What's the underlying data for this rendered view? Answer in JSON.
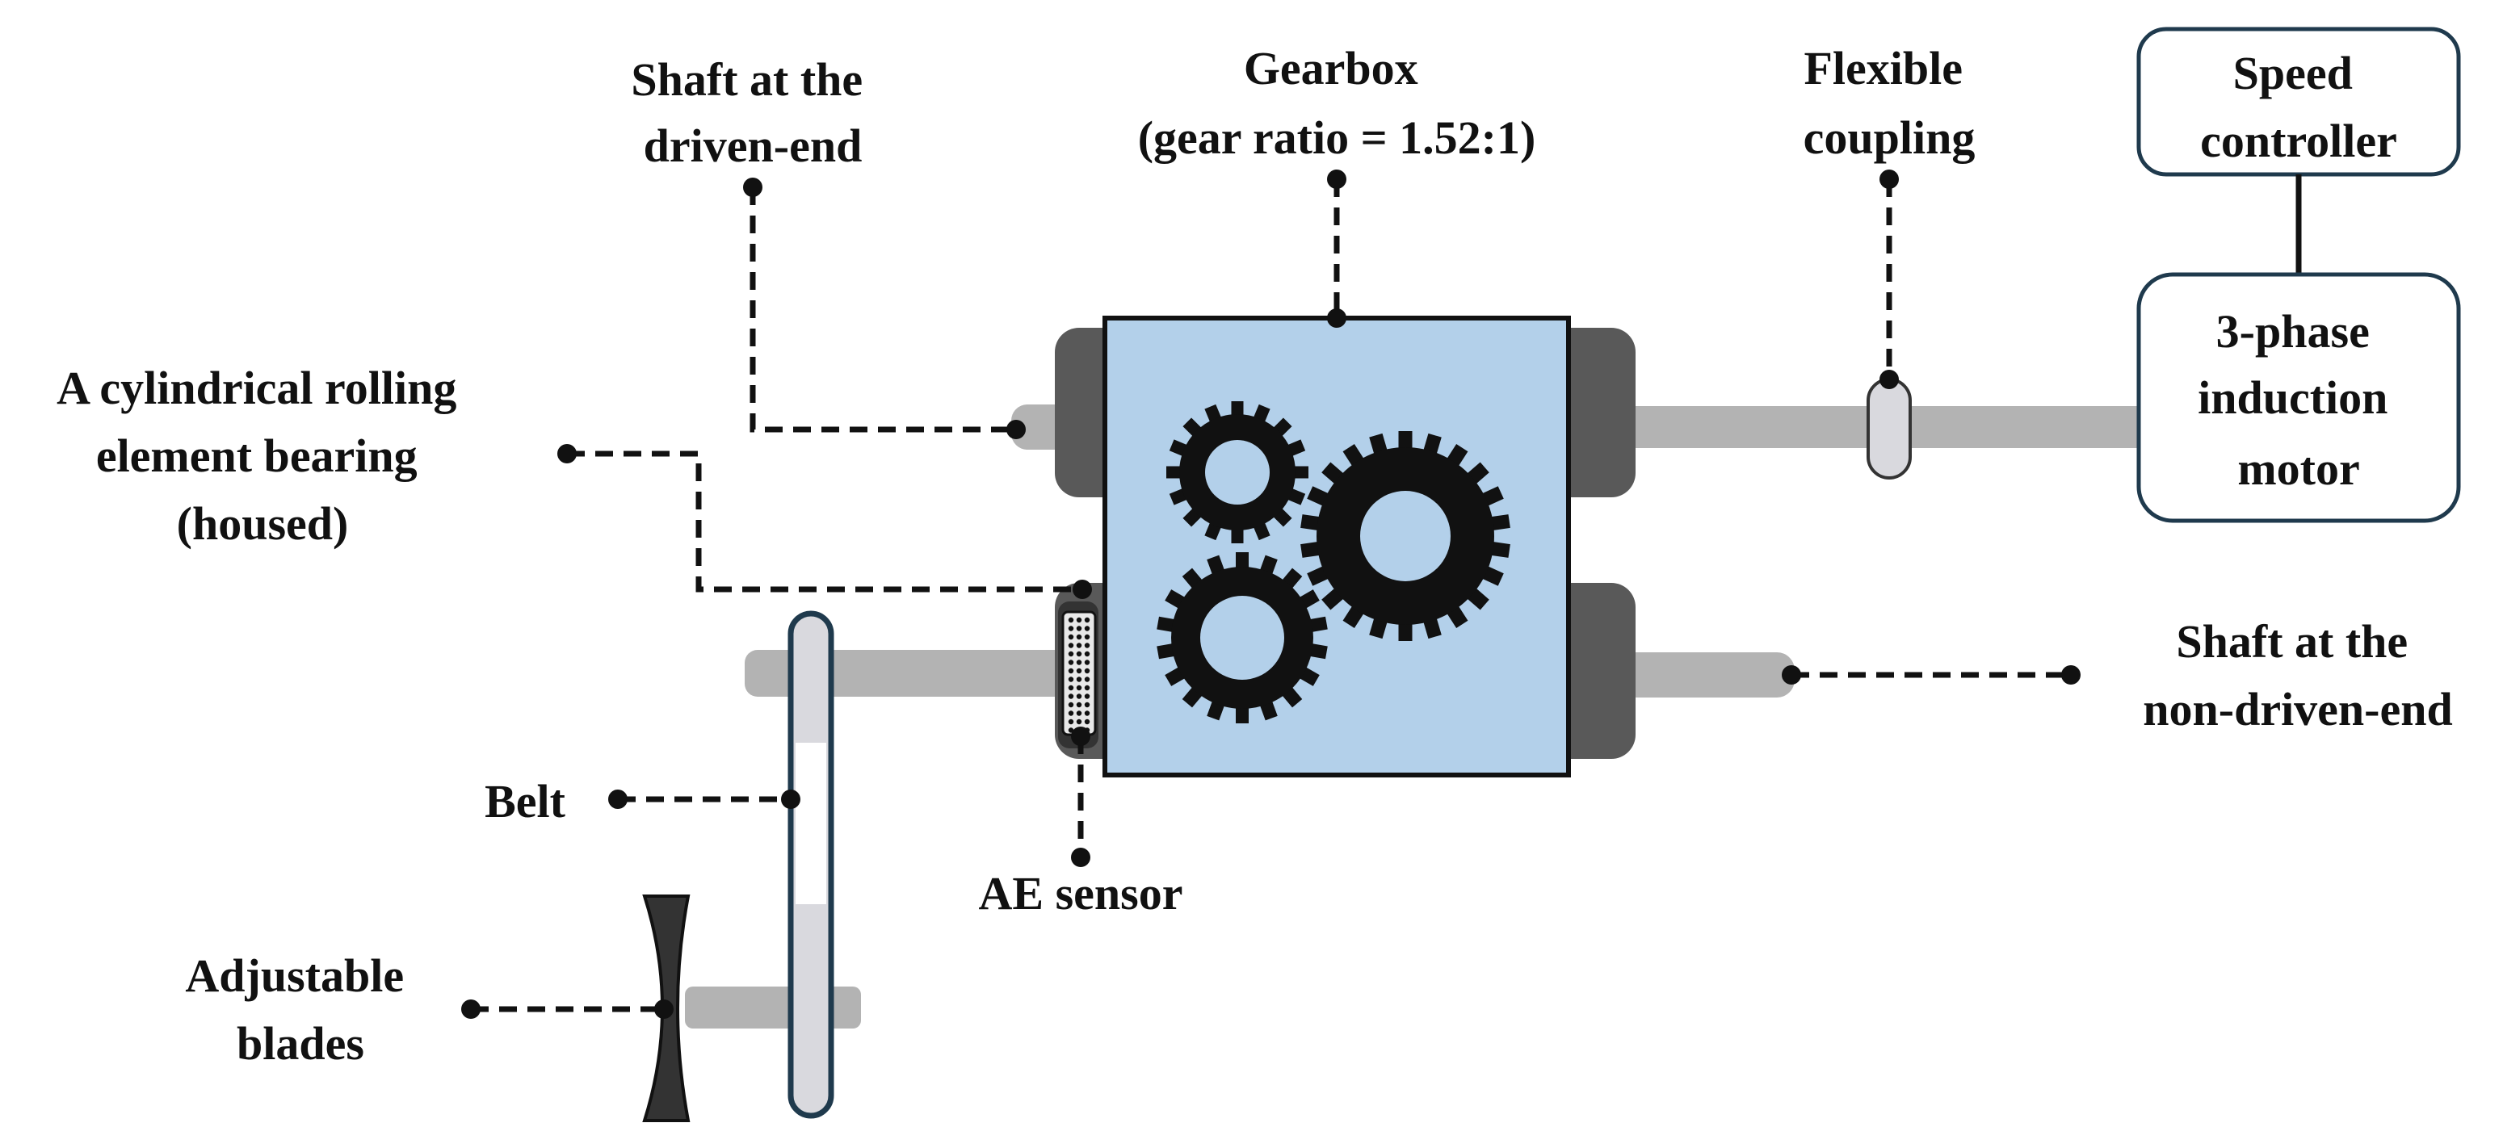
{
  "labels": {
    "shaft_driven": [
      "Shaft at the",
      "driven-end"
    ],
    "gearbox": [
      "Gearbox",
      "(gear ratio = 1.52:1)"
    ],
    "coupling": [
      "Flexible",
      "coupling"
    ],
    "speed_controller": [
      "Speed",
      "controller"
    ],
    "motor": [
      "3-phase",
      "induction",
      "motor"
    ],
    "bearing": [
      "A cylindrical rolling",
      "element bearing",
      "(housed)"
    ],
    "shaft_non_driven": [
      "Shaft at the",
      "non-driven-end"
    ],
    "belt": "Belt",
    "ae_sensor": "AE sensor",
    "blades": [
      "Adjustable",
      "blades"
    ]
  },
  "colors": {
    "gearbox_fill": "#b3d0ea",
    "shaft": "#b3b3b3",
    "housing": "#595959",
    "gear": "#111111",
    "component_fill": "#d9d9de",
    "box_stroke": "#1f3a4d"
  },
  "icons": [
    "gear-icon",
    "gear-icon",
    "gear-icon"
  ]
}
